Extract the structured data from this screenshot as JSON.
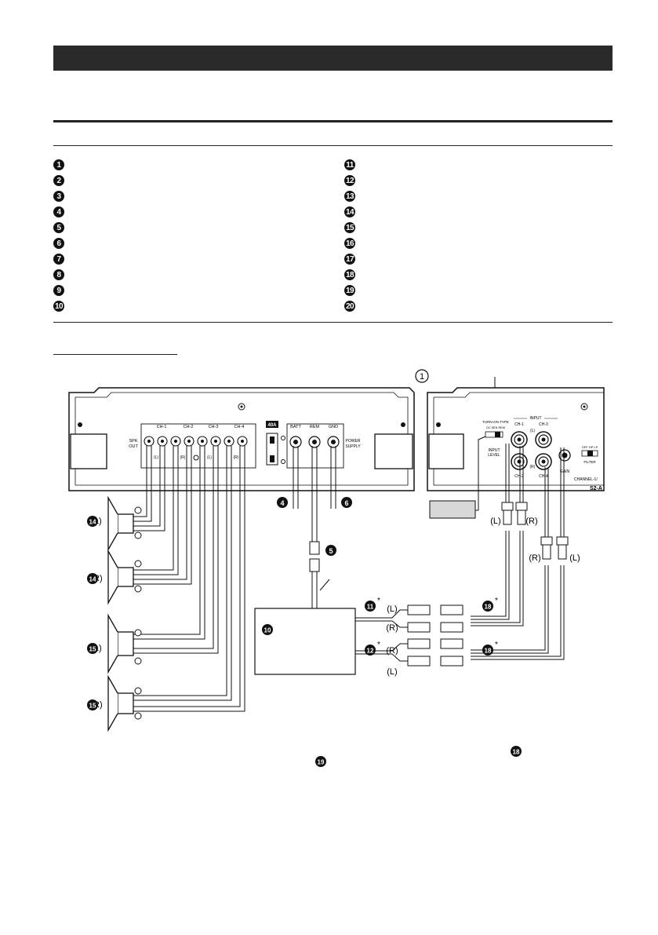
{
  "list_left": [
    "1",
    "2",
    "3",
    "4",
    "5",
    "6",
    "7",
    "8",
    "9",
    "10"
  ],
  "list_right": [
    "11",
    "12",
    "13",
    "14",
    "15",
    "16",
    "17",
    "18",
    "19",
    "20"
  ],
  "diagram": {
    "callout_top": "1",
    "amp_left": {
      "spk_out": [
        "SPK",
        "OUT"
      ],
      "ch_labels": [
        "CH-1",
        "CH-2",
        "CH-3",
        "CH-4"
      ],
      "sub_l": "(L)",
      "sub_r": "(R)",
      "fuse": "40A",
      "batt": "BATT",
      "rem": "REM",
      "gnd": "GND",
      "power_supply": [
        "POWER",
        "SUPPLY"
      ]
    },
    "amp_right": {
      "turn_on_type": "TURN-ON TYPE",
      "turn_on_opts": "DC  SEN  REM",
      "input": "INPUT",
      "level": "LEVEL",
      "input_hdr": "INPUT",
      "ch1": "CH-1",
      "ch3": "CH-3",
      "ch2": "CH-2",
      "ch4": "CH-4",
      "l": "(L)",
      "r": "(R)",
      "gain": "GAIN",
      "filter": "FILTER",
      "filter_opts": "OFF  HP  LP",
      "channel": "CHANNEL-1/",
      "model": "S2-A"
    },
    "labels": {
      "L": "(L)",
      "R": "(R)"
    },
    "markers": {
      "n4": "4",
      "n5": "5",
      "n6": "6",
      "n10": "10",
      "n11": "11",
      "n12": "12",
      "n14": "14",
      "n15": "15",
      "n18": "18",
      "n19": "19"
    },
    "asterisk": "*"
  }
}
